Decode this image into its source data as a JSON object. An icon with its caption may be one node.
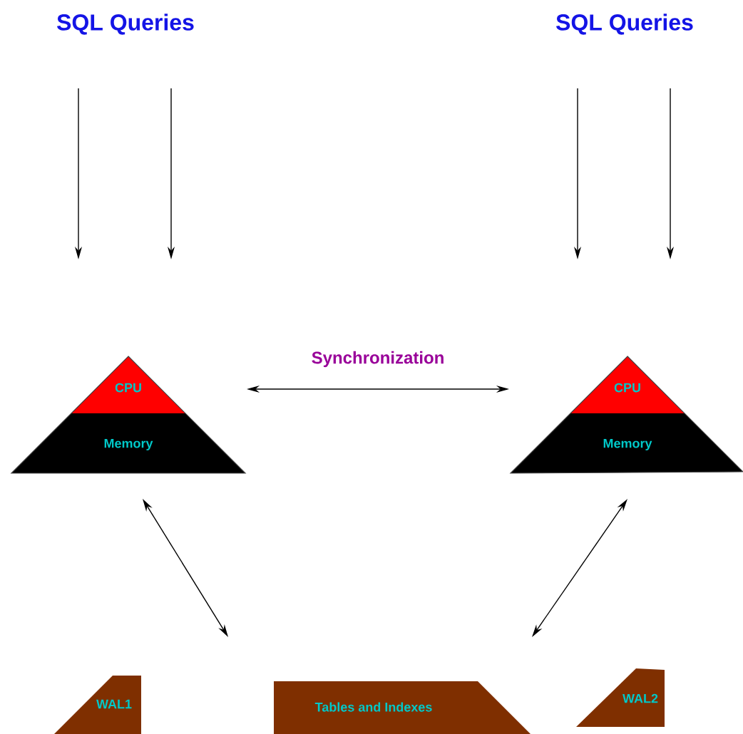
{
  "diagram": {
    "nodes": [
      {
        "text": [
          "SQL Queries"
        ]
      },
      {
        "text": [
          "SQL Queries"
        ]
      },
      {
        "text": [],
        "shape": "triangle"
      },
      {
        "text": [
          "CPU"
        ],
        "in": 2
      },
      {
        "text": [
          "Memory"
        ],
        "in": 2
      },
      {
        "text": [],
        "shape": "triangle"
      },
      {
        "text": [
          "CPU"
        ],
        "in": 5
      },
      {
        "text": [
          "Memory"
        ],
        "in": 5
      },
      {
        "text": [
          "WAL1"
        ]
      },
      {
        "text": [
          "Tables and Indexes"
        ]
      },
      {
        "text": [
          "WAL2"
        ]
      }
    ],
    "edges": [
      {
        "from": 0,
        "to": null,
        "arrow": "to"
      },
      {
        "from": 0,
        "to": null,
        "arrow": "to"
      },
      {
        "from": 1,
        "to": null,
        "arrow": "to"
      },
      {
        "from": 1,
        "to": null,
        "arrow": "to"
      },
      {
        "from": 2,
        "to": 5,
        "arrow": "both",
        "label": "Synchronization"
      },
      {
        "from": 4,
        "to": 9,
        "arrow": "both"
      },
      {
        "from": 7,
        "to": 9,
        "arrow": "both"
      }
    ]
  }
}
